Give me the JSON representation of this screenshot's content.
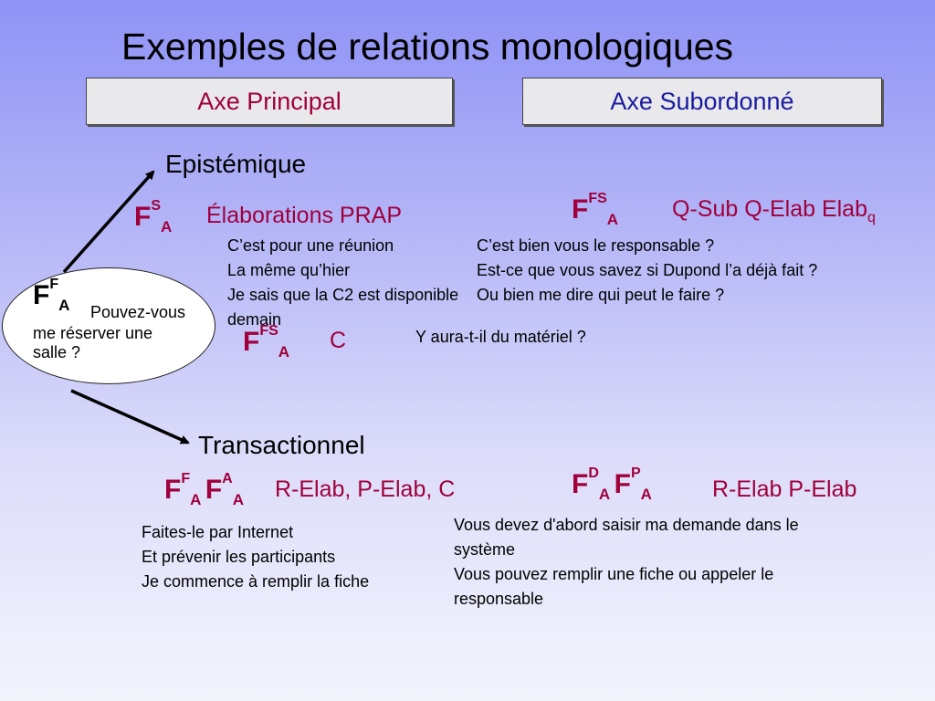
{
  "title": "Exemples de relations monologiques",
  "axes": {
    "principal": "Axe Principal",
    "subordonne": "Axe Subordonné"
  },
  "colors": {
    "maroon": "#a0003c",
    "navy": "#1a1aa0"
  },
  "root": {
    "F": "F",
    "sup": "F",
    "sub": "A",
    "text_line1": "Pouvez-vous",
    "text_line2": "me réserver une",
    "text_line3": "salle ?"
  },
  "epistemique": {
    "heading": "Epistémique",
    "elab": {
      "F": "F",
      "sup": "S",
      "sub": "A",
      "label": "Élaborations PRAP"
    },
    "elab_examples": [
      "C’est pour une réunion",
      "La même qu’hier",
      "Je sais que la C2 est disponible",
      "demain"
    ],
    "qsub": {
      "F": "F",
      "sup": "FS",
      "sub": "A",
      "label": "Q-Sub Q-Elab Elab",
      "label_sub": "q"
    },
    "qsub_examples": [
      "C’est bien vous le responsable ?",
      "Est-ce que vous savez si Dupond l’a déjà fait ?",
      "Ou bien me dire qui peut le faire ?"
    ],
    "c": {
      "F": "F",
      "sup": "FS",
      "sub": "A",
      "label": "C"
    },
    "c_example": "Y aura-t-il du matériel ?"
  },
  "transactionnel": {
    "heading": "Transactionnel",
    "left": {
      "F1": "F",
      "sup1": "F",
      "sub1": "A",
      "F2": "F",
      "sup2": "A",
      "sub2": "A",
      "label": "R-Elab, P-Elab, C"
    },
    "left_examples": [
      "Faites-le par Internet",
      "Et prévenir les participants",
      "Je commence à remplir la fiche"
    ],
    "right": {
      "F1": "F",
      "sup1": "D",
      "sub1": "A",
      "F2": "F",
      "sup2": "P",
      "sub2": "A",
      "label": "R-Elab P-Elab"
    },
    "right_examples": [
      "Vous devez d'abord saisir ma demande dans le",
      "système",
      "Vous pouvez remplir une fiche ou appeler le",
      "responsable"
    ]
  }
}
